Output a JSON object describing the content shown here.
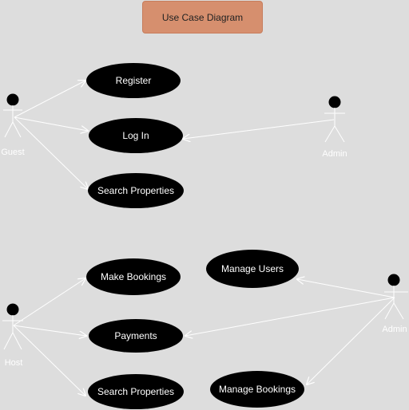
{
  "title": "Use Case Diagram",
  "actors": {
    "guest": "Guest",
    "admin_top": "Admin",
    "host": "Host",
    "admin_bottom": "Admin"
  },
  "use_cases": {
    "register": "Register",
    "login": "Log In",
    "search_top": "Search Properties",
    "make_bookings": "Make Bookings",
    "payments": "Payments",
    "search_bottom": "Search Properties",
    "manage_users": "Manage Users",
    "manage_bookings": "Manage Bookings"
  },
  "colors": {
    "background": "#dddddd",
    "title_fill": "#d68f6e",
    "use_case_fill": "#000000",
    "line": "#ffffff"
  }
}
